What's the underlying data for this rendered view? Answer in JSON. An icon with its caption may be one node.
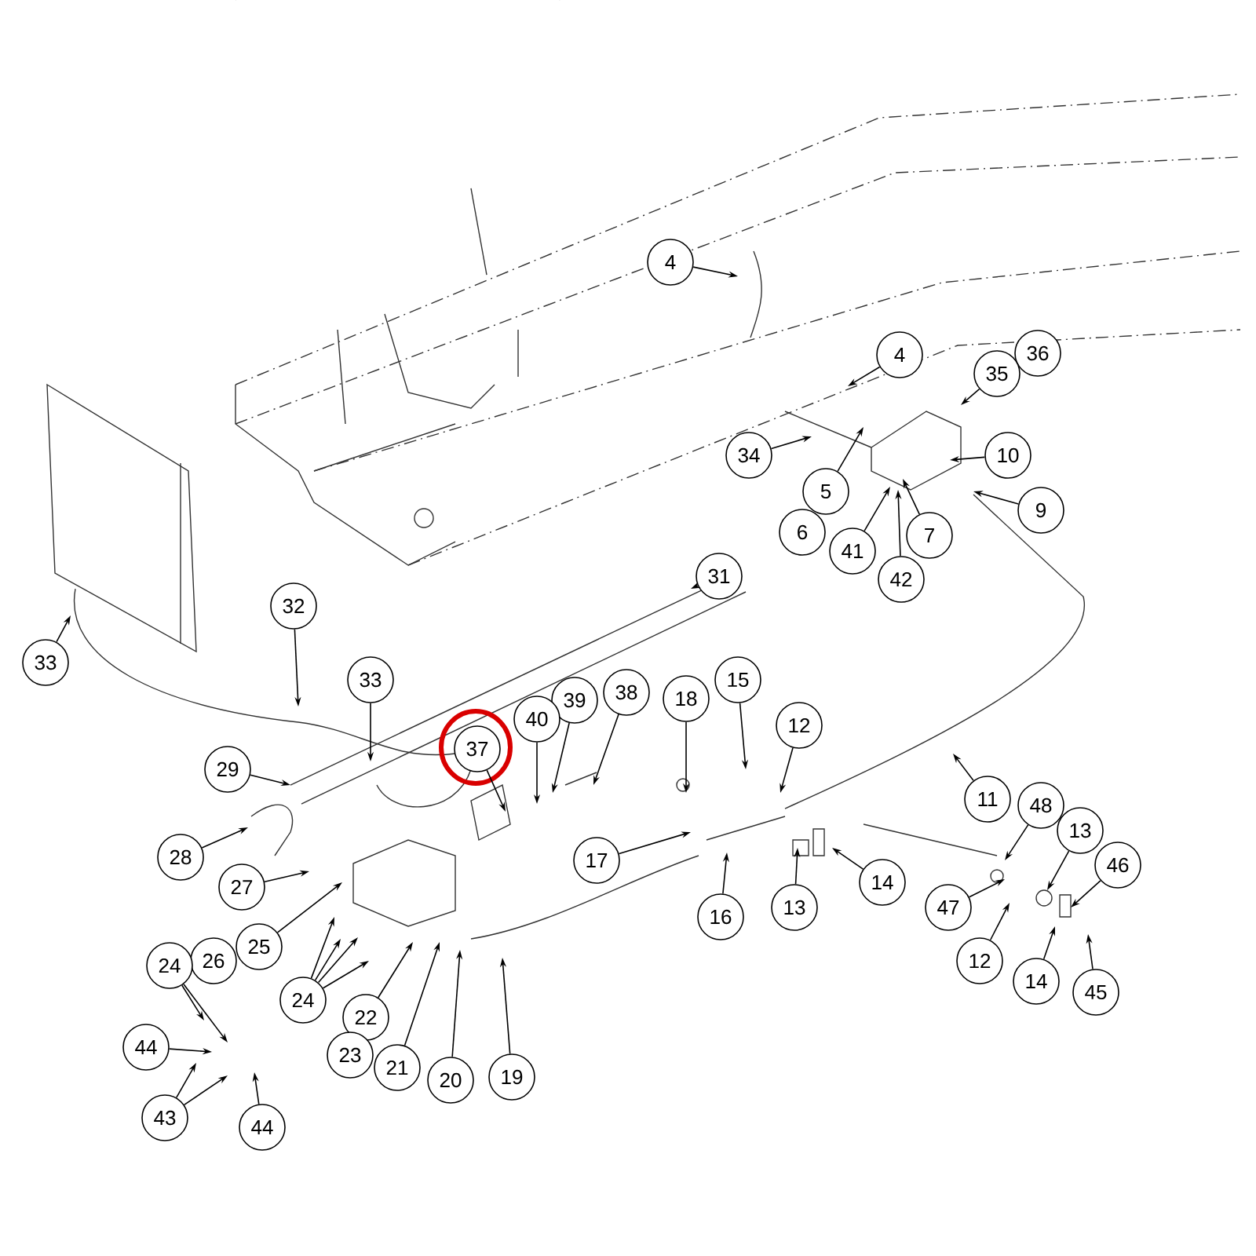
{
  "diagram": {
    "nodes": [
      {
        "text": [
          "4"
        ]
      },
      {
        "text": [
          "4"
        ]
      },
      {
        "text": [
          "36"
        ]
      },
      {
        "text": [
          "35"
        ]
      },
      {
        "text": [
          "34"
        ]
      },
      {
        "text": [
          "10"
        ]
      },
      {
        "text": [
          "5"
        ]
      },
      {
        "text": [
          "9"
        ]
      },
      {
        "text": [
          "6"
        ]
      },
      {
        "text": [
          "7"
        ]
      },
      {
        "text": [
          "41"
        ]
      },
      {
        "text": [
          "42"
        ]
      },
      {
        "text": [
          "31"
        ]
      },
      {
        "text": [
          "32"
        ]
      },
      {
        "text": [
          "33"
        ]
      },
      {
        "text": [
          "33"
        ]
      },
      {
        "text": [
          "38"
        ]
      },
      {
        "text": [
          "39"
        ]
      },
      {
        "text": [
          "15"
        ]
      },
      {
        "text": [
          "18"
        ]
      },
      {
        "text": [
          "40"
        ]
      },
      {
        "text": [
          "12"
        ]
      },
      {
        "text": [
          "37"
        ]
      },
      {
        "text": [
          "29"
        ]
      },
      {
        "text": [
          "11"
        ]
      },
      {
        "text": [
          "48"
        ]
      },
      {
        "text": [
          "13"
        ]
      },
      {
        "text": [
          "28"
        ]
      },
      {
        "text": [
          "17"
        ]
      },
      {
        "text": [
          "46"
        ]
      },
      {
        "text": [
          "14"
        ]
      },
      {
        "text": [
          "27"
        ]
      },
      {
        "text": [
          "13"
        ]
      },
      {
        "text": [
          "47"
        ]
      },
      {
        "text": [
          "16"
        ]
      },
      {
        "text": [
          "25"
        ]
      },
      {
        "text": [
          "26"
        ]
      },
      {
        "text": [
          "24"
        ]
      },
      {
        "text": [
          "12"
        ]
      },
      {
        "text": [
          "14"
        ]
      },
      {
        "text": [
          "45"
        ]
      },
      {
        "text": [
          "24"
        ]
      },
      {
        "text": [
          "22"
        ]
      },
      {
        "text": [
          "44"
        ]
      },
      {
        "text": [
          "23"
        ]
      },
      {
        "text": [
          "21"
        ]
      },
      {
        "text": [
          "20"
        ]
      },
      {
        "text": [
          "19"
        ]
      },
      {
        "text": [
          "43"
        ]
      },
      {
        "text": [
          "44"
        ]
      }
    ],
    "edges": [
      {
        "from": 0,
        "to": null,
        "arrow": "to"
      },
      {
        "from": 1,
        "to": null,
        "arrow": "to"
      },
      {
        "from": 3,
        "to": null,
        "arrow": "to"
      },
      {
        "from": 4,
        "to": null,
        "arrow": "to"
      },
      {
        "from": 5,
        "to": null,
        "arrow": "to"
      },
      {
        "from": 6,
        "to": null,
        "arrow": "to"
      },
      {
        "from": 7,
        "to": null,
        "arrow": "to"
      },
      {
        "from": 9,
        "to": null,
        "arrow": "to"
      },
      {
        "from": 10,
        "to": null,
        "arrow": "to"
      },
      {
        "from": 11,
        "to": null,
        "arrow": "to"
      },
      {
        "from": 12,
        "to": null,
        "arrow": "to"
      },
      {
        "from": 13,
        "to": null,
        "arrow": "to"
      },
      {
        "from": 14,
        "to": null,
        "arrow": "to"
      },
      {
        "from": 15,
        "to": null,
        "arrow": "to"
      },
      {
        "from": 16,
        "to": null,
        "arrow": "to"
      },
      {
        "from": 17,
        "to": null,
        "arrow": "to"
      },
      {
        "from": 18,
        "to": null,
        "arrow": "to"
      },
      {
        "from": 19,
        "to": null,
        "arrow": "to"
      },
      {
        "from": 20,
        "to": null,
        "arrow": "to"
      },
      {
        "from": 21,
        "to": null,
        "arrow": "to"
      },
      {
        "from": 22,
        "to": null,
        "arrow": "to"
      },
      {
        "from": 23,
        "to": null,
        "arrow": "to"
      },
      {
        "from": 24,
        "to": null,
        "arrow": "to"
      },
      {
        "from": 25,
        "to": null,
        "arrow": "to"
      },
      {
        "from": 26,
        "to": null,
        "arrow": "to"
      },
      {
        "from": 27,
        "to": null,
        "arrow": "to"
      },
      {
        "from": 28,
        "to": null,
        "arrow": "to"
      },
      {
        "from": 29,
        "to": null,
        "arrow": "to"
      },
      {
        "from": 30,
        "to": null,
        "arrow": "to"
      },
      {
        "from": 31,
        "to": null,
        "arrow": "to"
      },
      {
        "from": 32,
        "to": null,
        "arrow": "to"
      },
      {
        "from": 33,
        "to": null,
        "arrow": "to"
      },
      {
        "from": 34,
        "to": null,
        "arrow": "to"
      },
      {
        "from": 35,
        "to": null,
        "arrow": "to"
      },
      {
        "from": 37,
        "to": null,
        "arrow": "to"
      },
      {
        "from": 37,
        "to": null,
        "arrow": "to"
      },
      {
        "from": 38,
        "to": null,
        "arrow": "to"
      },
      {
        "from": 39,
        "to": null,
        "arrow": "to"
      },
      {
        "from": 40,
        "to": null,
        "arrow": "to"
      },
      {
        "from": 41,
        "to": null,
        "arrow": "to"
      },
      {
        "from": 41,
        "to": null,
        "arrow": "to"
      },
      {
        "from": 41,
        "to": null,
        "arrow": "to"
      },
      {
        "from": 41,
        "to": null,
        "arrow": "to"
      },
      {
        "from": 42,
        "to": null,
        "arrow": "to"
      },
      {
        "from": 43,
        "to": null,
        "arrow": "to"
      },
      {
        "from": 45,
        "to": null,
        "arrow": "to"
      },
      {
        "from": 46,
        "to": null,
        "arrow": "to"
      },
      {
        "from": 47,
        "to": null,
        "arrow": "to"
      },
      {
        "from": 48,
        "to": null,
        "arrow": "to"
      },
      {
        "from": 48,
        "to": null,
        "arrow": "to"
      },
      {
        "from": 49,
        "to": null,
        "arrow": "to"
      }
    ]
  }
}
